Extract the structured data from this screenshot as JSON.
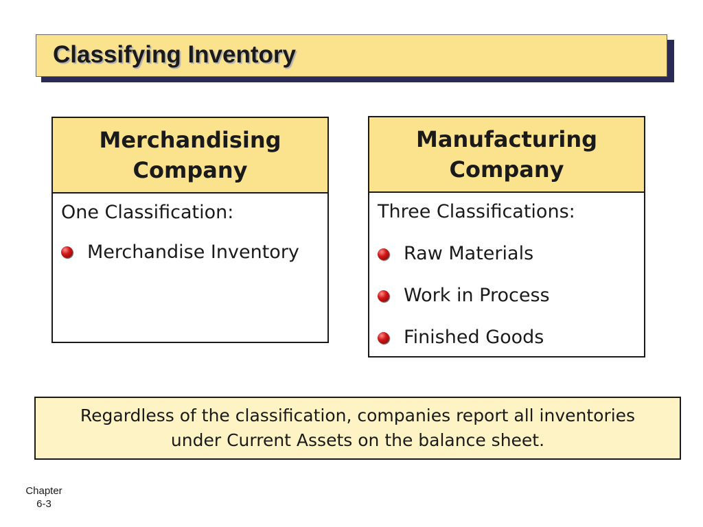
{
  "slide": {
    "title": "Classifying Inventory"
  },
  "merchandising": {
    "header": "Merchandising Company",
    "classification_label": "One Classification:",
    "items": [
      {
        "label": "Merchandise Inventory"
      }
    ]
  },
  "manufacturing": {
    "header": "Manufacturing Company",
    "classification_label": "Three Classifications:",
    "items": [
      {
        "label": "Raw Materials"
      },
      {
        "label": "Work in Process"
      },
      {
        "label": "Finished Goods"
      }
    ]
  },
  "note": {
    "text": "Regardless of the classification, companies report all inventories under Current Assets on the balance sheet."
  },
  "footer": {
    "chapter_label": "Chapter",
    "page": "6-3"
  },
  "colors": {
    "header_fill": "#fbe38e",
    "note_fill": "#fdf3c4",
    "title_shadow": "#2a2a55",
    "bullet": "#d01818"
  },
  "icons": {
    "bullet": "red-sphere-bullet-icon"
  }
}
